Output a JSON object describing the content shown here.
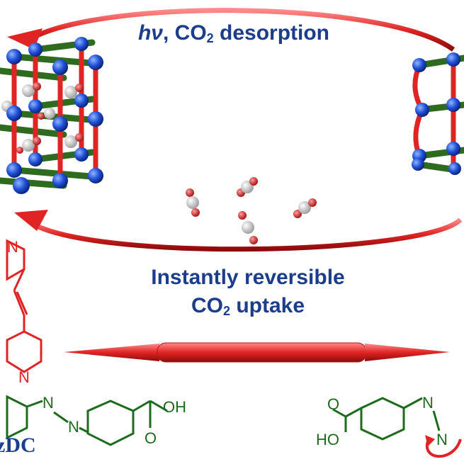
{
  "caption_top": {
    "prefix": "hν",
    "mid": ", CO",
    "sub": "2",
    "suffix": " desorption"
  },
  "caption_middle": {
    "line1": "Instantly reversible",
    "line2_prefix": "CO",
    "line2_sub": "2",
    "line2_suffix": " uptake"
  },
  "linker_label": "zDC",
  "chem_labels": {
    "pyridine_top_N": "N",
    "pyridine_bottom_N": "N",
    "azo_left_N1": "N",
    "azo_left_N2": "N",
    "acid_left_OH": "OH",
    "acid_left_O": "O",
    "acid_right_O": "O",
    "acid_right_HO": "HO",
    "azo_right_N1": "N",
    "azo_right_N2": "N"
  },
  "colors": {
    "text_blue": "#1c3d8c",
    "arrow_red": "#e02424",
    "node_blue": "#1f4fd6",
    "linker_green": "#2f6b1f",
    "co2_grey": "#c8c8c8"
  }
}
